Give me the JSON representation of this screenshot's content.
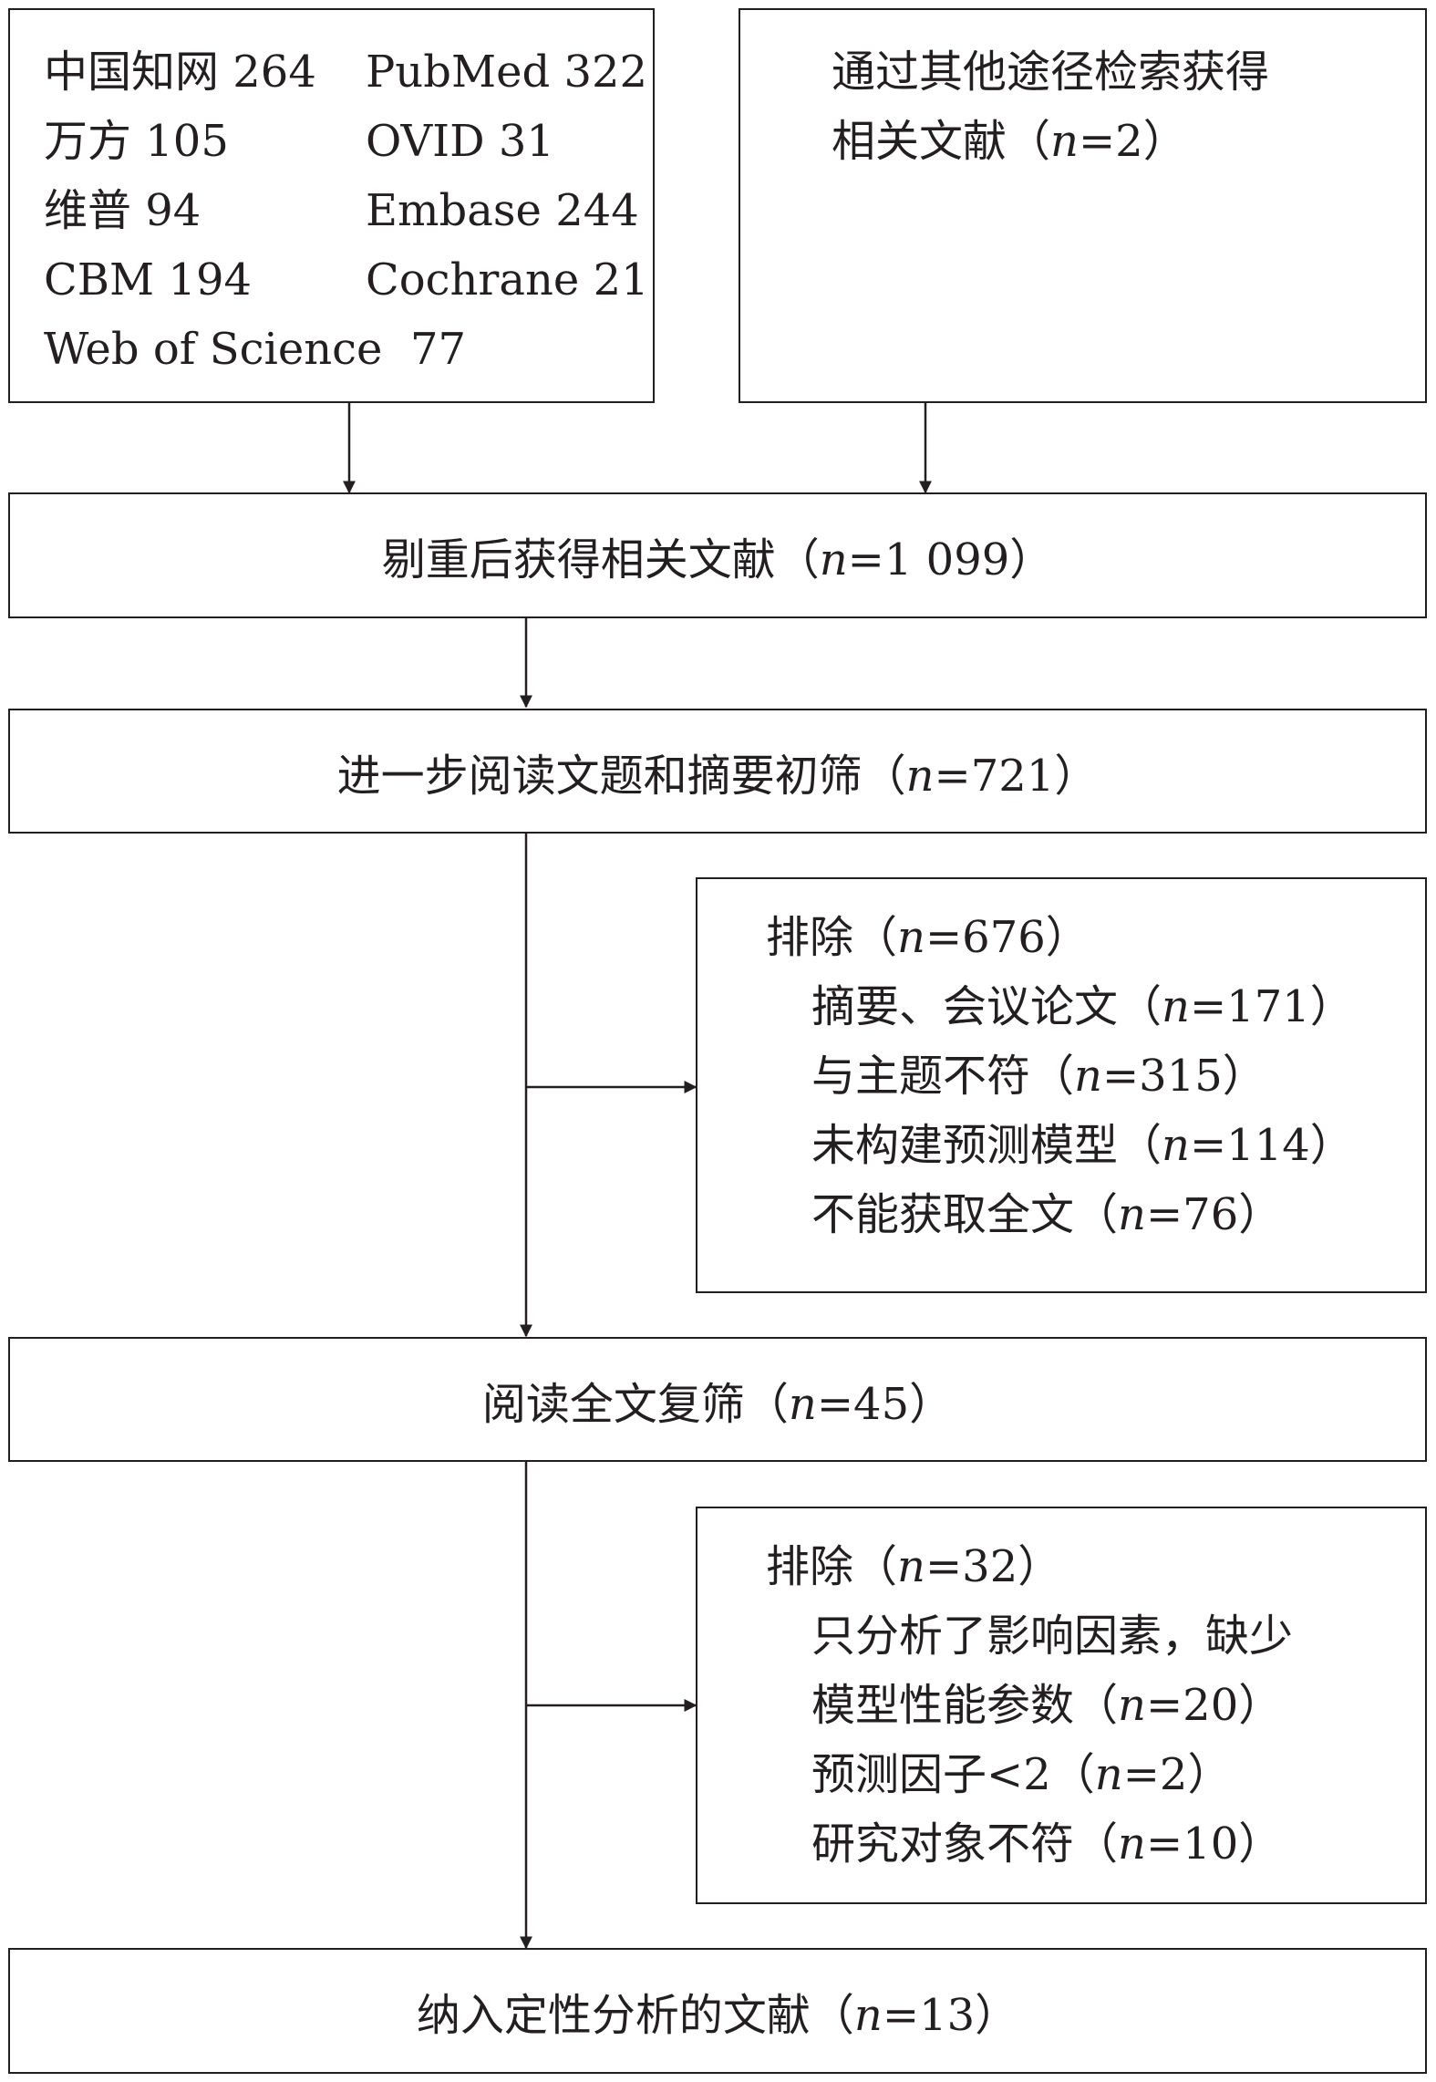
{
  "databases": {
    "left_column": [
      "中国知网 264",
      "万方 105",
      "维普 94",
      "CBM 194",
      "Web of Science  77"
    ],
    "right_column": [
      "PubMed 322",
      "OVID 31",
      "Embase 244",
      "Cochrane 21"
    ]
  },
  "other_sources": {
    "line1": "通过其他途径检索获得",
    "line2_prefix": "相关文献（",
    "n_label": "n",
    "line2_suffix": "=2）"
  },
  "dedup": {
    "prefix": "剔重后获得相关文献（",
    "n_label": "n",
    "suffix": "=1 099）"
  },
  "screening": {
    "prefix": "进一步阅读文题和摘要初筛（",
    "n_label": "n",
    "suffix": "=721）"
  },
  "exclusion1": {
    "title": {
      "prefix": "排除（",
      "n_label": "n",
      "suffix": "=676）"
    },
    "items": [
      {
        "prefix": "摘要、会议论文（",
        "n_label": "n",
        "suffix": "=171）"
      },
      {
        "prefix": "与主题不符（",
        "n_label": "n",
        "suffix": "=315）"
      },
      {
        "prefix": "未构建预测模型（",
        "n_label": "n",
        "suffix": "=114）"
      },
      {
        "prefix": "不能获取全文（",
        "n_label": "n",
        "suffix": "=76）"
      }
    ]
  },
  "fulltext": {
    "prefix": "阅读全文复筛（",
    "n_label": "n",
    "suffix": "=45）"
  },
  "exclusion2": {
    "title": {
      "prefix": "排除（",
      "n_label": "n",
      "suffix": "=32）"
    },
    "item1_line1": "只分析了影响因素，缺少",
    "items": [
      {
        "prefix": "模型性能参数（",
        "n_label": "n",
        "suffix": "=20）"
      },
      {
        "prefix": "预测因子<2（",
        "n_label": "n",
        "suffix": "=2）"
      },
      {
        "prefix": "研究对象不符（",
        "n_label": "n",
        "suffix": "=10）"
      }
    ]
  },
  "included": {
    "prefix": "纳入定性分析的文献（",
    "n_label": "n",
    "suffix": "=13）"
  }
}
